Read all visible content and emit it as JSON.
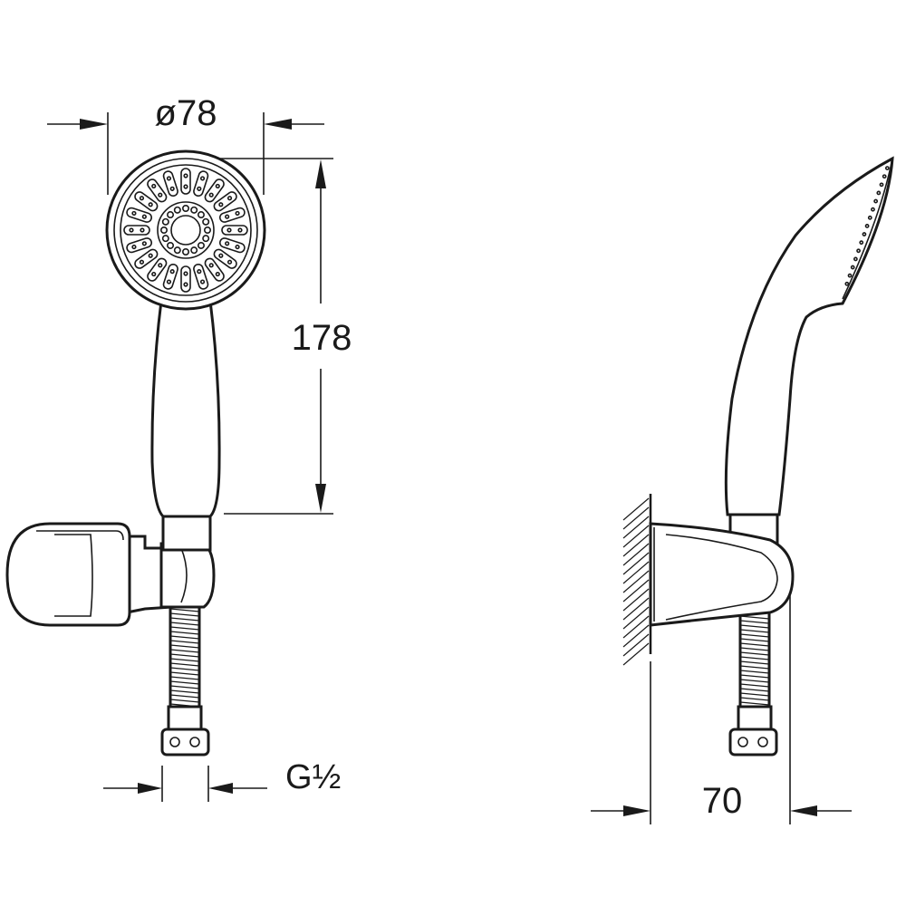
{
  "dimensions": {
    "diameter": "ø78",
    "height": "178",
    "thread_g": "G",
    "thread_fraction": "½",
    "depth": "70"
  }
}
